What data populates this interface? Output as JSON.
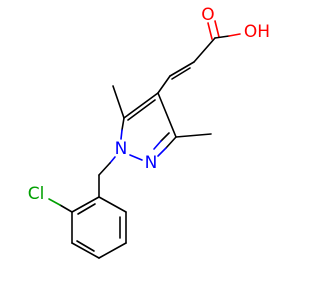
{
  "atoms": {
    "oxygen_carbonyl": "O",
    "hydroxyl": "OH",
    "nitrogen_1": "N",
    "nitrogen_2": "N",
    "chlorine": "Cl"
  },
  "colors": {
    "bond": "#000000",
    "oxygen": "#ff0000",
    "nitrogen": "#0000ff",
    "chlorine": "#00a000",
    "background": "#ffffff"
  }
}
